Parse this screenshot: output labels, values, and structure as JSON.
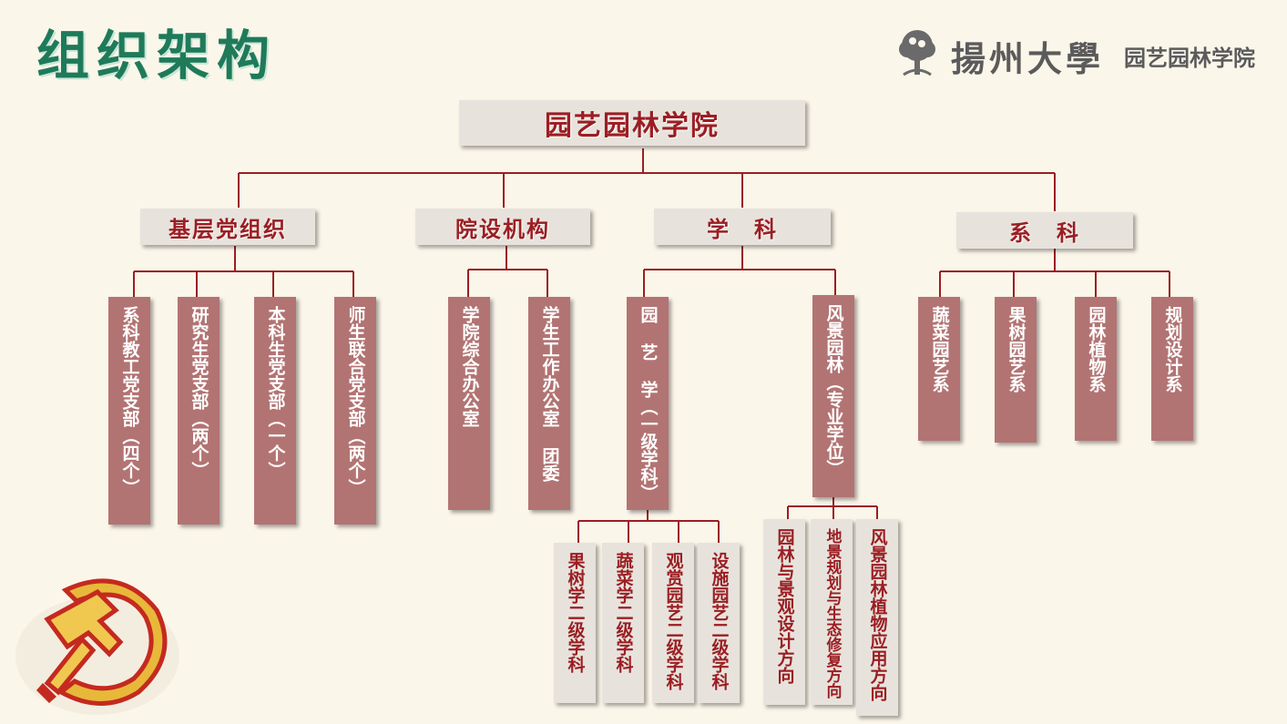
{
  "page": {
    "title": "组织架构"
  },
  "logo": {
    "university": "揚州大學",
    "college": "园艺园林学院"
  },
  "org": {
    "root": "园艺园林学院",
    "branches": [
      {
        "label": "基层党组织",
        "children": [
          "系科教工党支部（四个）",
          "研究生党支部（两个）",
          "本科生党支部（一个）",
          "师生联合党支部（两个）"
        ]
      },
      {
        "label": "院设机构",
        "children": [
          "学院综合办公室",
          "学生工作办公室 团委"
        ]
      },
      {
        "label": "学　科",
        "children": [
          {
            "label": "园 艺 学（一级学科）",
            "children": [
              "果树学二级学科",
              "蔬菜学二级学科",
              "观赏园艺二级学科",
              "设施园艺二级学科"
            ]
          },
          {
            "label": "风景园林（专业学位）",
            "children": [
              "园林与景观设计方向",
              "地景规划与生态修复方向",
              "风景园林植物应用方向"
            ]
          }
        ]
      },
      {
        "label": "系　科",
        "children": [
          "蔬菜园艺系",
          "果树园艺系",
          "园林植物系",
          "规划设计系"
        ]
      }
    ]
  },
  "colors": {
    "title": "#1f7a5a",
    "accent": "#9b1e23",
    "leaf_fill": "#b27473",
    "header_fill": "#e7e3dc",
    "background": "#fbf6ea"
  }
}
